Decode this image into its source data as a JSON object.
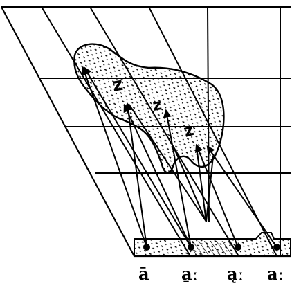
{
  "diagram": {
    "ink_color": "#000000",
    "background": "#ffffff",
    "labels": {
      "z1": "z",
      "z2": "z",
      "z3": "z",
      "a1": "ā",
      "a2": "a̱ː",
      "a3": "ąː",
      "a4": "aː"
    }
  }
}
